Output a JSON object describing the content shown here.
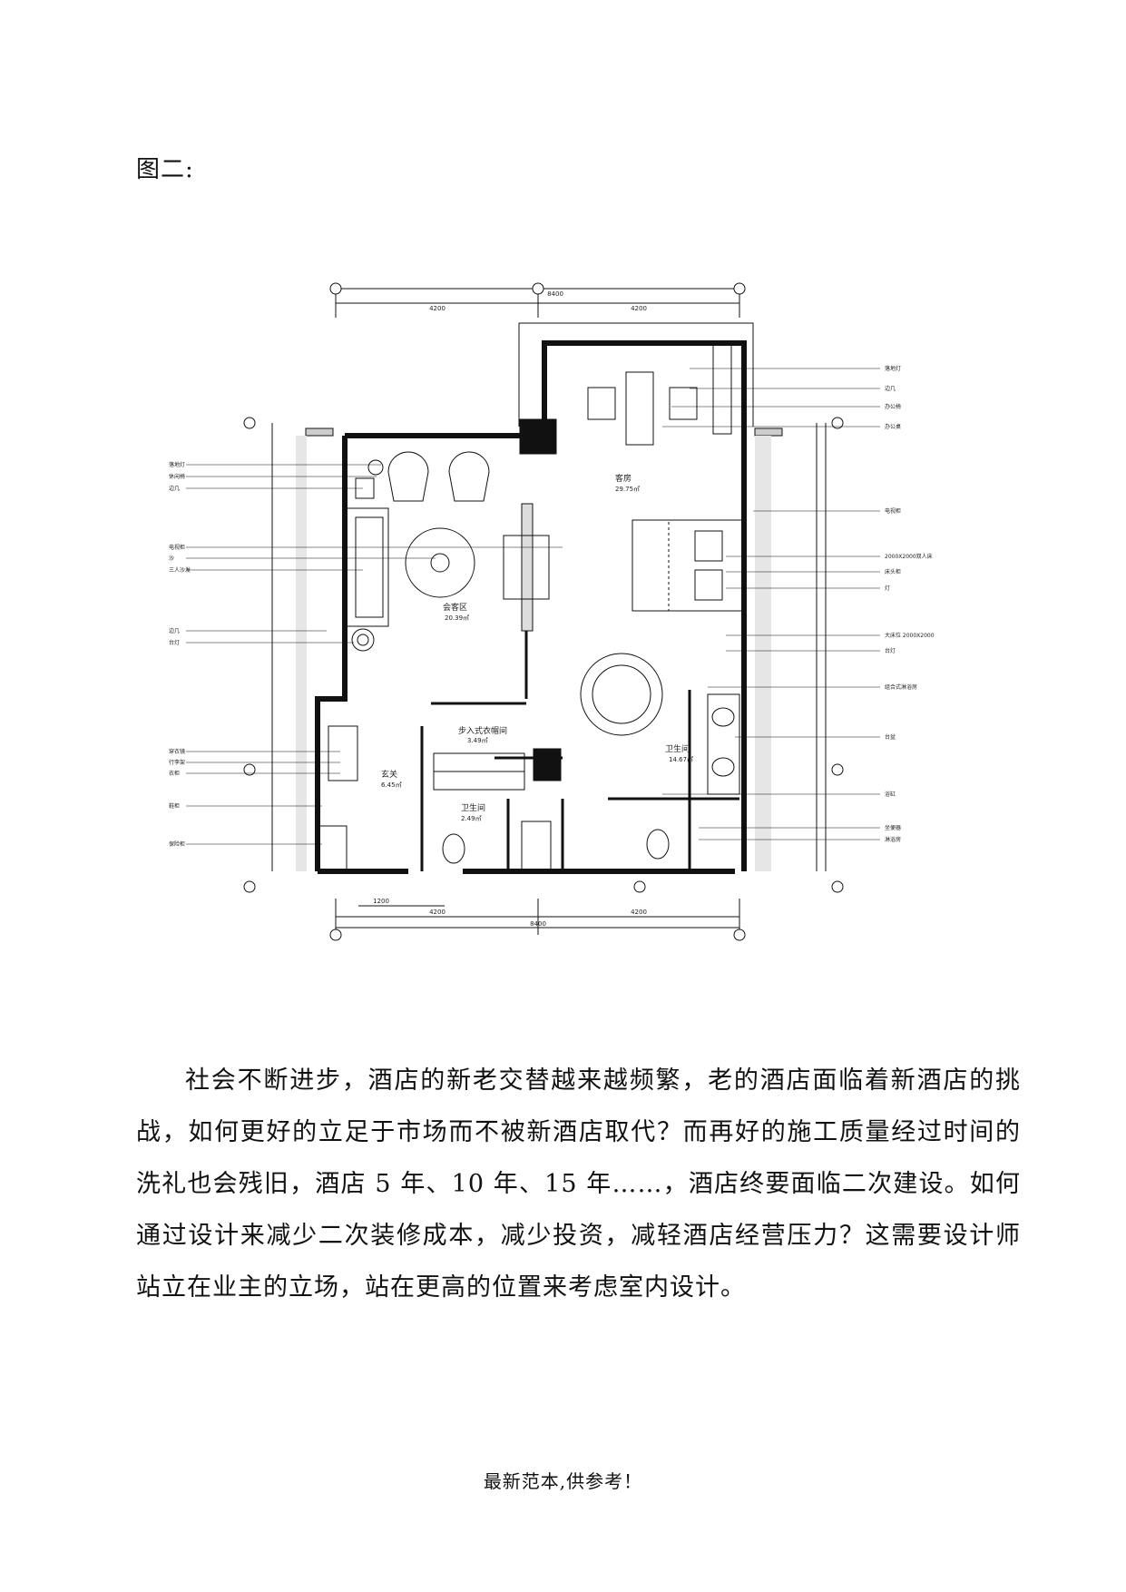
{
  "figure": {
    "label": "图二:",
    "plan": {
      "overall_dims": {
        "top_total": "8400",
        "top_left": "4200",
        "top_right": "4200",
        "bottom_total": "8400",
        "bottom_left": "4200",
        "bottom_right": "4200",
        "bottom_sub": "1200"
      },
      "rooms": {
        "guest_room": {
          "name": "客房",
          "area": "29.75㎡"
        },
        "lounge": {
          "name": "会客区",
          "area": "20.39㎡"
        },
        "walkin_closet": {
          "name": "步入式衣帽间",
          "area": "3.49㎡"
        },
        "bathroom": {
          "name": "卫生间",
          "area": "14.67㎡"
        },
        "entry": {
          "name": "玄关",
          "area": "6.45㎡"
        },
        "toilet": {
          "name": "卫生间",
          "area": "2.49㎡"
        }
      },
      "labels_left": [
        "落地灯",
        "休闲椅",
        "边几",
        "电视柜",
        "沙",
        "三人沙发",
        "边几",
        "台灯",
        "穿衣镜",
        "行李架",
        "衣柜",
        "鞋柜",
        "保险柜"
      ],
      "labels_right": [
        "落地灯",
        "边几",
        "办公椅",
        "办公桌",
        "电视柜",
        "2000X2000双人床",
        "床头柜",
        "灯",
        "大床位 2000X2000",
        "台灯",
        "组合式淋浴房",
        "台盆",
        "浴缸",
        "坐便器",
        "淋浴房"
      ]
    }
  },
  "paragraph": "社会不断进步，酒店的新老交替越来越频繁，老的酒店面临着新酒店的挑战，如何更好的立足于市场而不被新酒店取代？而再好的施工质量经过时间的洗礼也会残旧，酒店 5 年、10 年、15 年……，酒店终要面临二次建设。如何通过设计来减少二次装修成本，减少投资，减轻酒店经营压力？这需要设计师站立在业主的立场，站在更高的位置来考虑室内设计。",
  "footer": "最新范本,供参考！"
}
